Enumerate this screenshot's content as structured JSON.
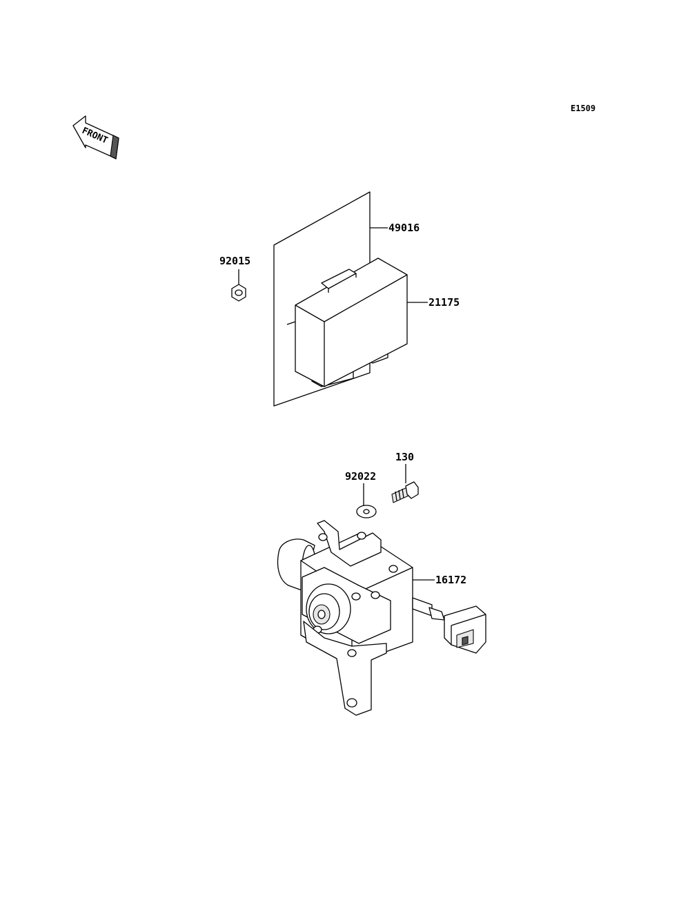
{
  "diagram": {
    "code": "E1509",
    "front_label": "FRONT",
    "parts": [
      {
        "number": "49016",
        "name": "bracket-plate"
      },
      {
        "number": "92015",
        "name": "nut"
      },
      {
        "number": "21175",
        "name": "control-unit"
      },
      {
        "number": "130",
        "name": "bolt"
      },
      {
        "number": "92022",
        "name": "washer"
      },
      {
        "number": "16172",
        "name": "actuator-assembly"
      }
    ]
  }
}
